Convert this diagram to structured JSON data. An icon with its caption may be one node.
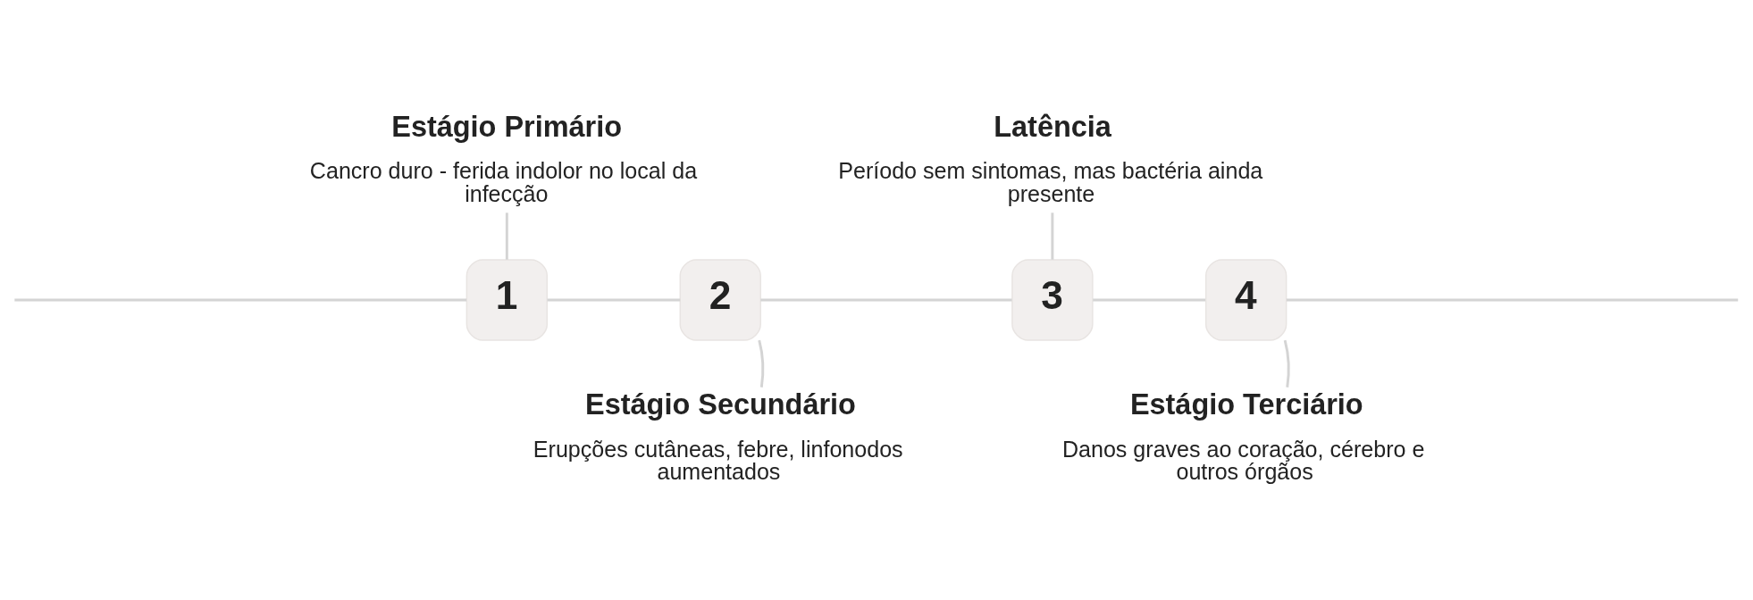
{
  "diagram": {
    "nodes": [
      {
        "text": [
          "1"
        ]
      },
      {
        "text": [
          "2"
        ]
      },
      {
        "text": [
          "3"
        ]
      },
      {
        "text": [
          "4"
        ]
      },
      {
        "text": [
          "Estágio Primário",
          "Cancro duro - ferida indolor no local da infecção"
        ]
      },
      {
        "text": [
          "Latência",
          "Período sem sintomas, mas bactéria ainda presente"
        ]
      },
      {
        "text": [
          "Estágio Secundário",
          "Erupções cutâneas, febre, linfonodos aumentados"
        ]
      },
      {
        "text": [
          "Estágio Terciário",
          "Danos graves ao coração, cérebro e outros órgãos"
        ]
      }
    ],
    "edges": [
      {
        "from": null,
        "to": 0,
        "arrow": "none"
      },
      {
        "from": 0,
        "to": 1,
        "arrow": "none"
      },
      {
        "from": 1,
        "to": 2,
        "arrow": "none"
      },
      {
        "from": 2,
        "to": 3,
        "arrow": "none"
      },
      {
        "from": 3,
        "to": null,
        "arrow": "none"
      },
      {
        "from": 4,
        "to": 0,
        "arrow": "none"
      },
      {
        "from": 6,
        "to": 1,
        "arrow": "none"
      },
      {
        "from": 5,
        "to": 2,
        "arrow": "none"
      },
      {
        "from": 7,
        "to": 3,
        "arrow": "none"
      }
    ]
  }
}
